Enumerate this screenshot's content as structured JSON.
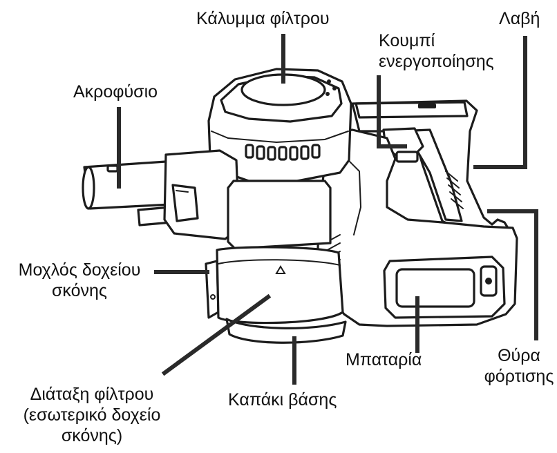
{
  "labels": {
    "filter_cover": "Κάλυμμα φίλτρου",
    "power_button_line1": "Κουμπί",
    "power_button_line2": "ενεργοποίησης",
    "handle": "Λαβή",
    "nozzle": "Ακροφύσιο",
    "dust_lever_line1": "Μοχλός δοχείου",
    "dust_lever_line2": "σκόνης",
    "battery": "Μπαταρία",
    "charging_port_line1": "Θύρα",
    "charging_port_line2": "φόρτισης",
    "filter_assembly_line1": "Διάταξη φίλτρου",
    "filter_assembly_line2": "(εσωτερικό δοχείο",
    "filter_assembly_line3": "σκόνης)",
    "base_cover": "Καπάκι βάσης"
  },
  "colors": {
    "line": "#1c1c1c",
    "leader": "#2a2a2a",
    "text": "#111111",
    "background": "#ffffff"
  }
}
